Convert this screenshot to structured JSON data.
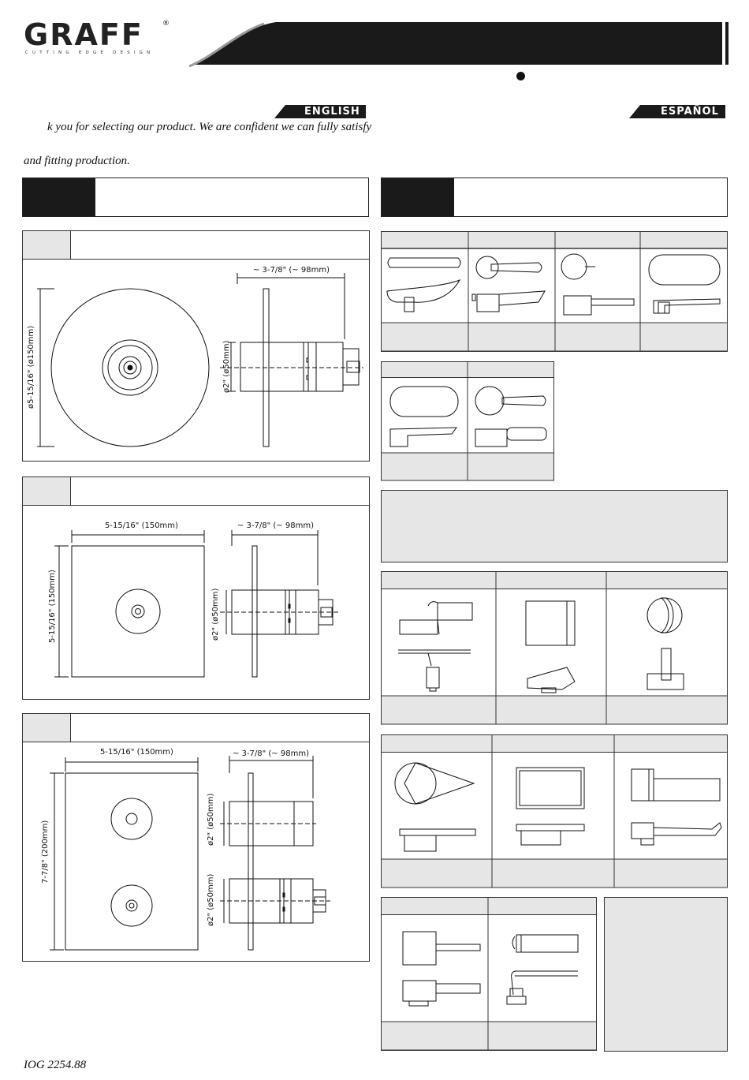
{
  "header": {
    "brand": "GRAFF",
    "registered": "®",
    "tagline": "CUTTING EDGE DESIGN"
  },
  "languages": {
    "english": "ENGLISH",
    "spanish": "ESPAÑOL"
  },
  "intro": {
    "line1": "k you for selecting our product. We are confident we can fully satisfy",
    "line2": "and fitting production."
  },
  "dimensions": {
    "round_depth": "~ 3-7/8\" (~ 98mm)",
    "round_diameter": "ø5-15/16\" (ø150mm)",
    "round_body": "ø2\" (ø50mm)",
    "square_width": "5-15/16\" (150mm)",
    "square_depth": "~ 3-7/8\" (~ 98mm)",
    "square_height": "5-15/16\" (150mm)",
    "square_body": "ø2\" (ø50mm)",
    "rect_width": "5-15/16\" (150mm)",
    "rect_depth": "~ 3-7/8\" (~ 98mm)",
    "rect_height": "7-7/8\" (200mm)",
    "rect_body_top": "ø2\" (ø50mm)",
    "rect_body_bottom": "ø2\" (ø50mm)"
  },
  "footer": {
    "code": "IOG 2254.88"
  },
  "colors": {
    "ink": "#111111",
    "band": "#1a1a1a",
    "panel_fill": "#e6e6e6"
  }
}
